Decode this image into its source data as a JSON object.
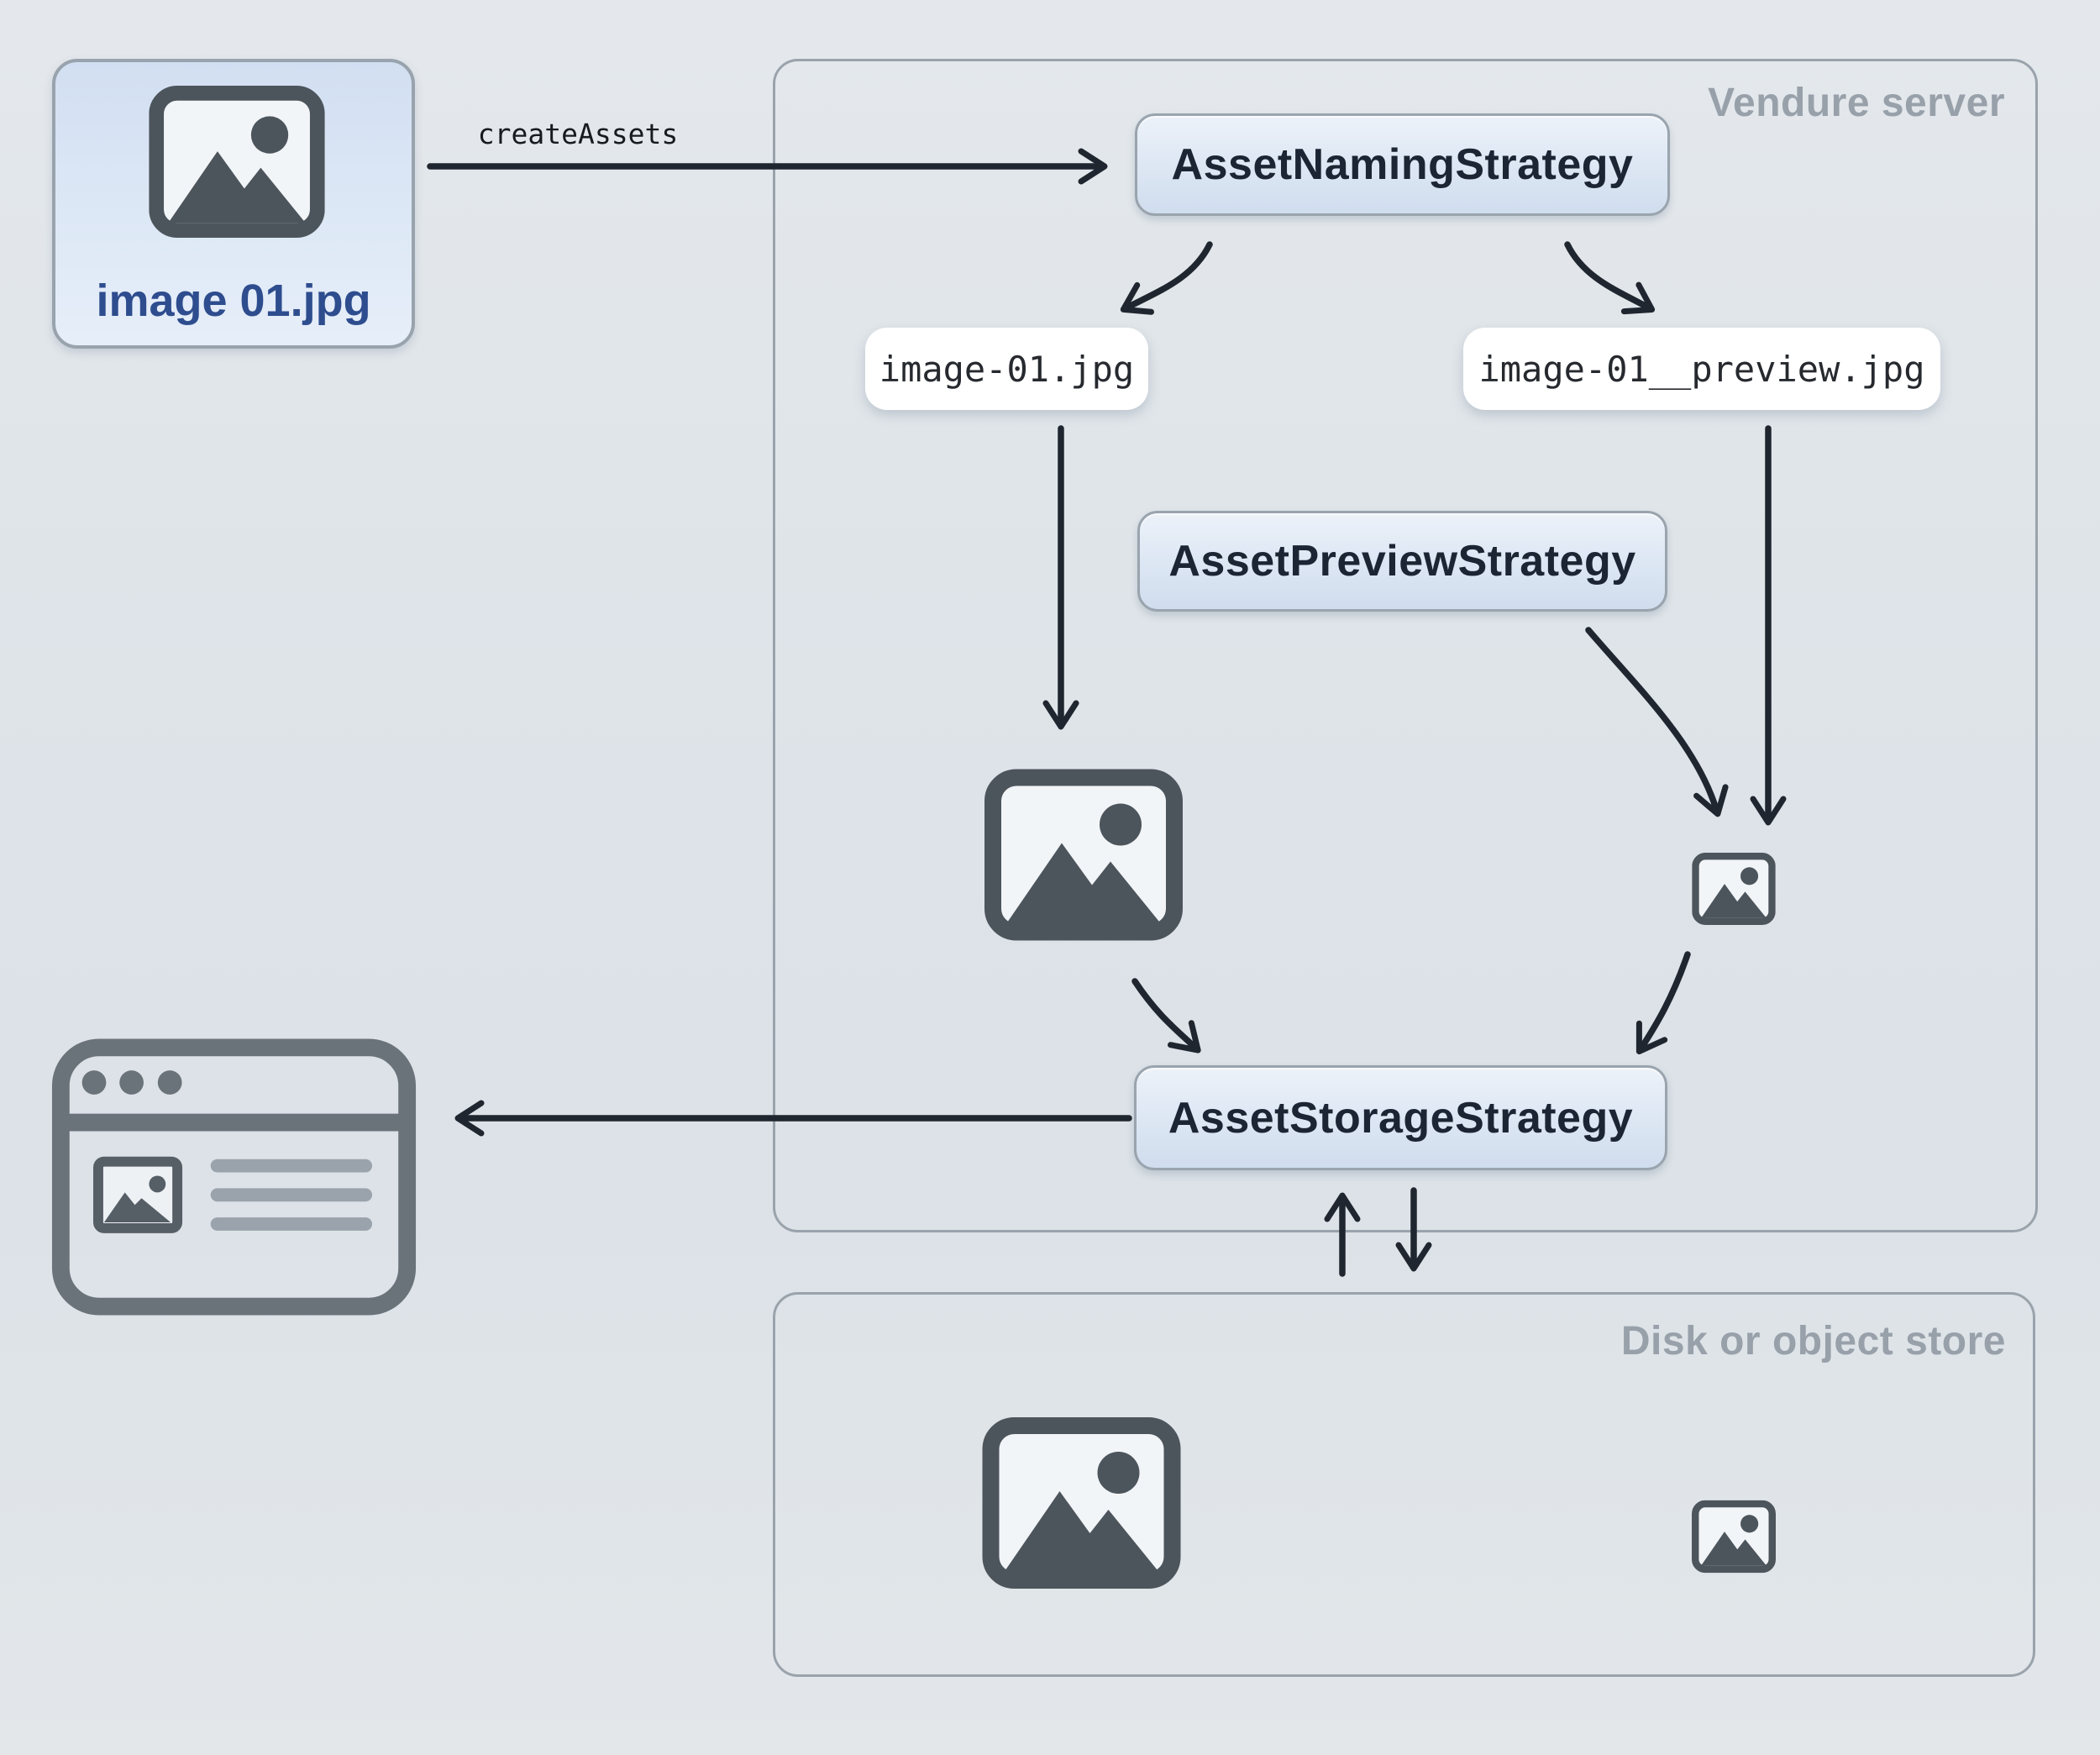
{
  "diagram": {
    "source_asset": {
      "filename": "image 01.jpg"
    },
    "edge": {
      "create_assets_label": "createAssets"
    },
    "containers": {
      "vendure_server": {
        "label": "Vendure server"
      },
      "disk_store": {
        "label": "Disk or object store"
      }
    },
    "strategies": {
      "naming": {
        "label": "AssetNamingStrategy"
      },
      "preview": {
        "label": "AssetPreviewStrategy"
      },
      "storage": {
        "label": "AssetStorageStrategy"
      }
    },
    "generated_files": {
      "source": {
        "filename": "image-01.jpg"
      },
      "preview": {
        "filename": "image-01__preview.jpg"
      }
    },
    "icons": [
      "image-file-icon",
      "image-asset-large-icon",
      "image-asset-small-icon",
      "browser-window-icon",
      "stored-image-large-icon",
      "stored-image-small-icon"
    ],
    "colors": {
      "background": "#e0e5e9",
      "node_fill_top": "#edf2f9",
      "node_fill_bottom": "#d0ddee",
      "node_border": "#9aa4ae",
      "node_text": "#1c2533",
      "source_box_fill": "#d8e4f4",
      "source_label_text": "#2e4d8e",
      "pill_background": "#ffffff",
      "mono_text": "#26292e",
      "container_border": "#9aa3ac",
      "container_label": "#98a1aa",
      "arrow": "#20262f",
      "asset_icon": "#4d555c",
      "browser_icon": "#6b737a",
      "browser_text_lines": "#9aa2ab"
    }
  }
}
